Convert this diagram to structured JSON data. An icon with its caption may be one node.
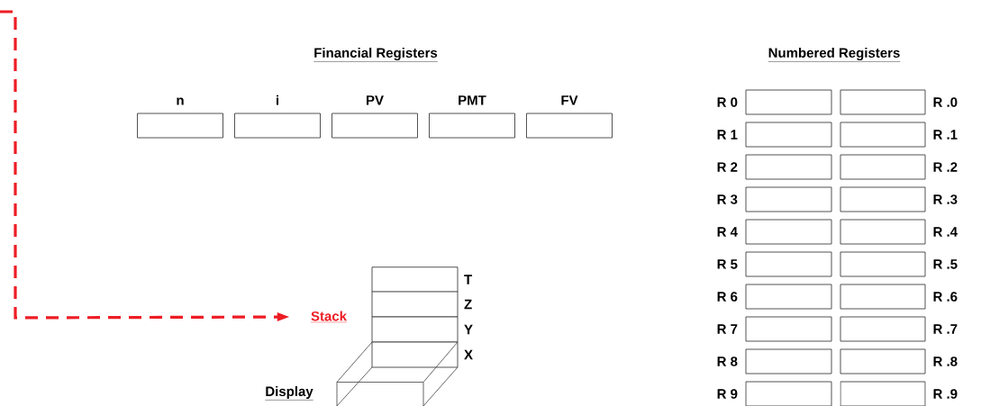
{
  "diagram": {
    "nodes": [
      {
        "text": [
          "n"
        ]
      },
      {
        "text": [
          "i"
        ]
      },
      {
        "text": [
          "PV"
        ]
      },
      {
        "text": [
          "PMT"
        ]
      },
      {
        "text": [
          "FV"
        ]
      },
      {
        "text": [
          "Stack"
        ]
      },
      {
        "text": [
          "T"
        ]
      },
      {
        "text": [
          "Z"
        ]
      },
      {
        "text": [
          "Y"
        ]
      },
      {
        "text": [
          "X"
        ]
      },
      {
        "text": [
          "Display"
        ]
      },
      {
        "text": [
          "R 0"
        ]
      },
      {
        "text": [
          "R .0"
        ]
      },
      {
        "text": [
          "R 1"
        ]
      },
      {
        "text": [
          "R .1"
        ]
      },
      {
        "text": [
          "R 2"
        ]
      },
      {
        "text": [
          "R .2"
        ]
      },
      {
        "text": [
          "R 3"
        ]
      },
      {
        "text": [
          "R .3"
        ]
      },
      {
        "text": [
          "R 4"
        ]
      },
      {
        "text": [
          "R .4"
        ]
      },
      {
        "text": [
          "R 5"
        ]
      },
      {
        "text": [
          "R .5"
        ]
      },
      {
        "text": [
          "R 6"
        ]
      },
      {
        "text": [
          "R .6"
        ]
      },
      {
        "text": [
          "R 7"
        ]
      },
      {
        "text": [
          "R .7"
        ]
      },
      {
        "text": [
          "R 8"
        ]
      },
      {
        "text": [
          "R .8"
        ]
      },
      {
        "text": [
          "R 9"
        ]
      },
      {
        "text": [
          "R .9"
        ]
      }
    ],
    "edges": [
      {
        "from": null,
        "to": 5,
        "arrow": "to",
        "style": "dashed",
        "color": "#ed1c24"
      }
    ],
    "labels": [
      "Financial Registers",
      "Numbered Registers"
    ]
  }
}
